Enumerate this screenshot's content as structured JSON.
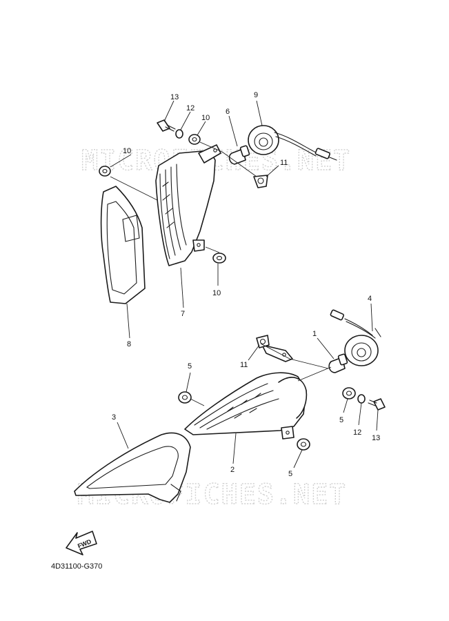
{
  "watermark": "MICROFICHES.NET",
  "diagram_code": "4D31100-G370",
  "fwd_label": "FWD",
  "callouts": {
    "c13a": "13",
    "c12a": "12",
    "c10a": "10",
    "c6": "6",
    "c9": "9",
    "c10b": "10",
    "c11a": "11",
    "c10c": "10",
    "c7": "7",
    "c8": "8",
    "c4": "4",
    "c1": "1",
    "c11b": "11",
    "c5a": "5",
    "c5b": "5",
    "c12b": "12",
    "c13b": "13",
    "c3": "3",
    "c2": "2",
    "c5c": "5"
  }
}
